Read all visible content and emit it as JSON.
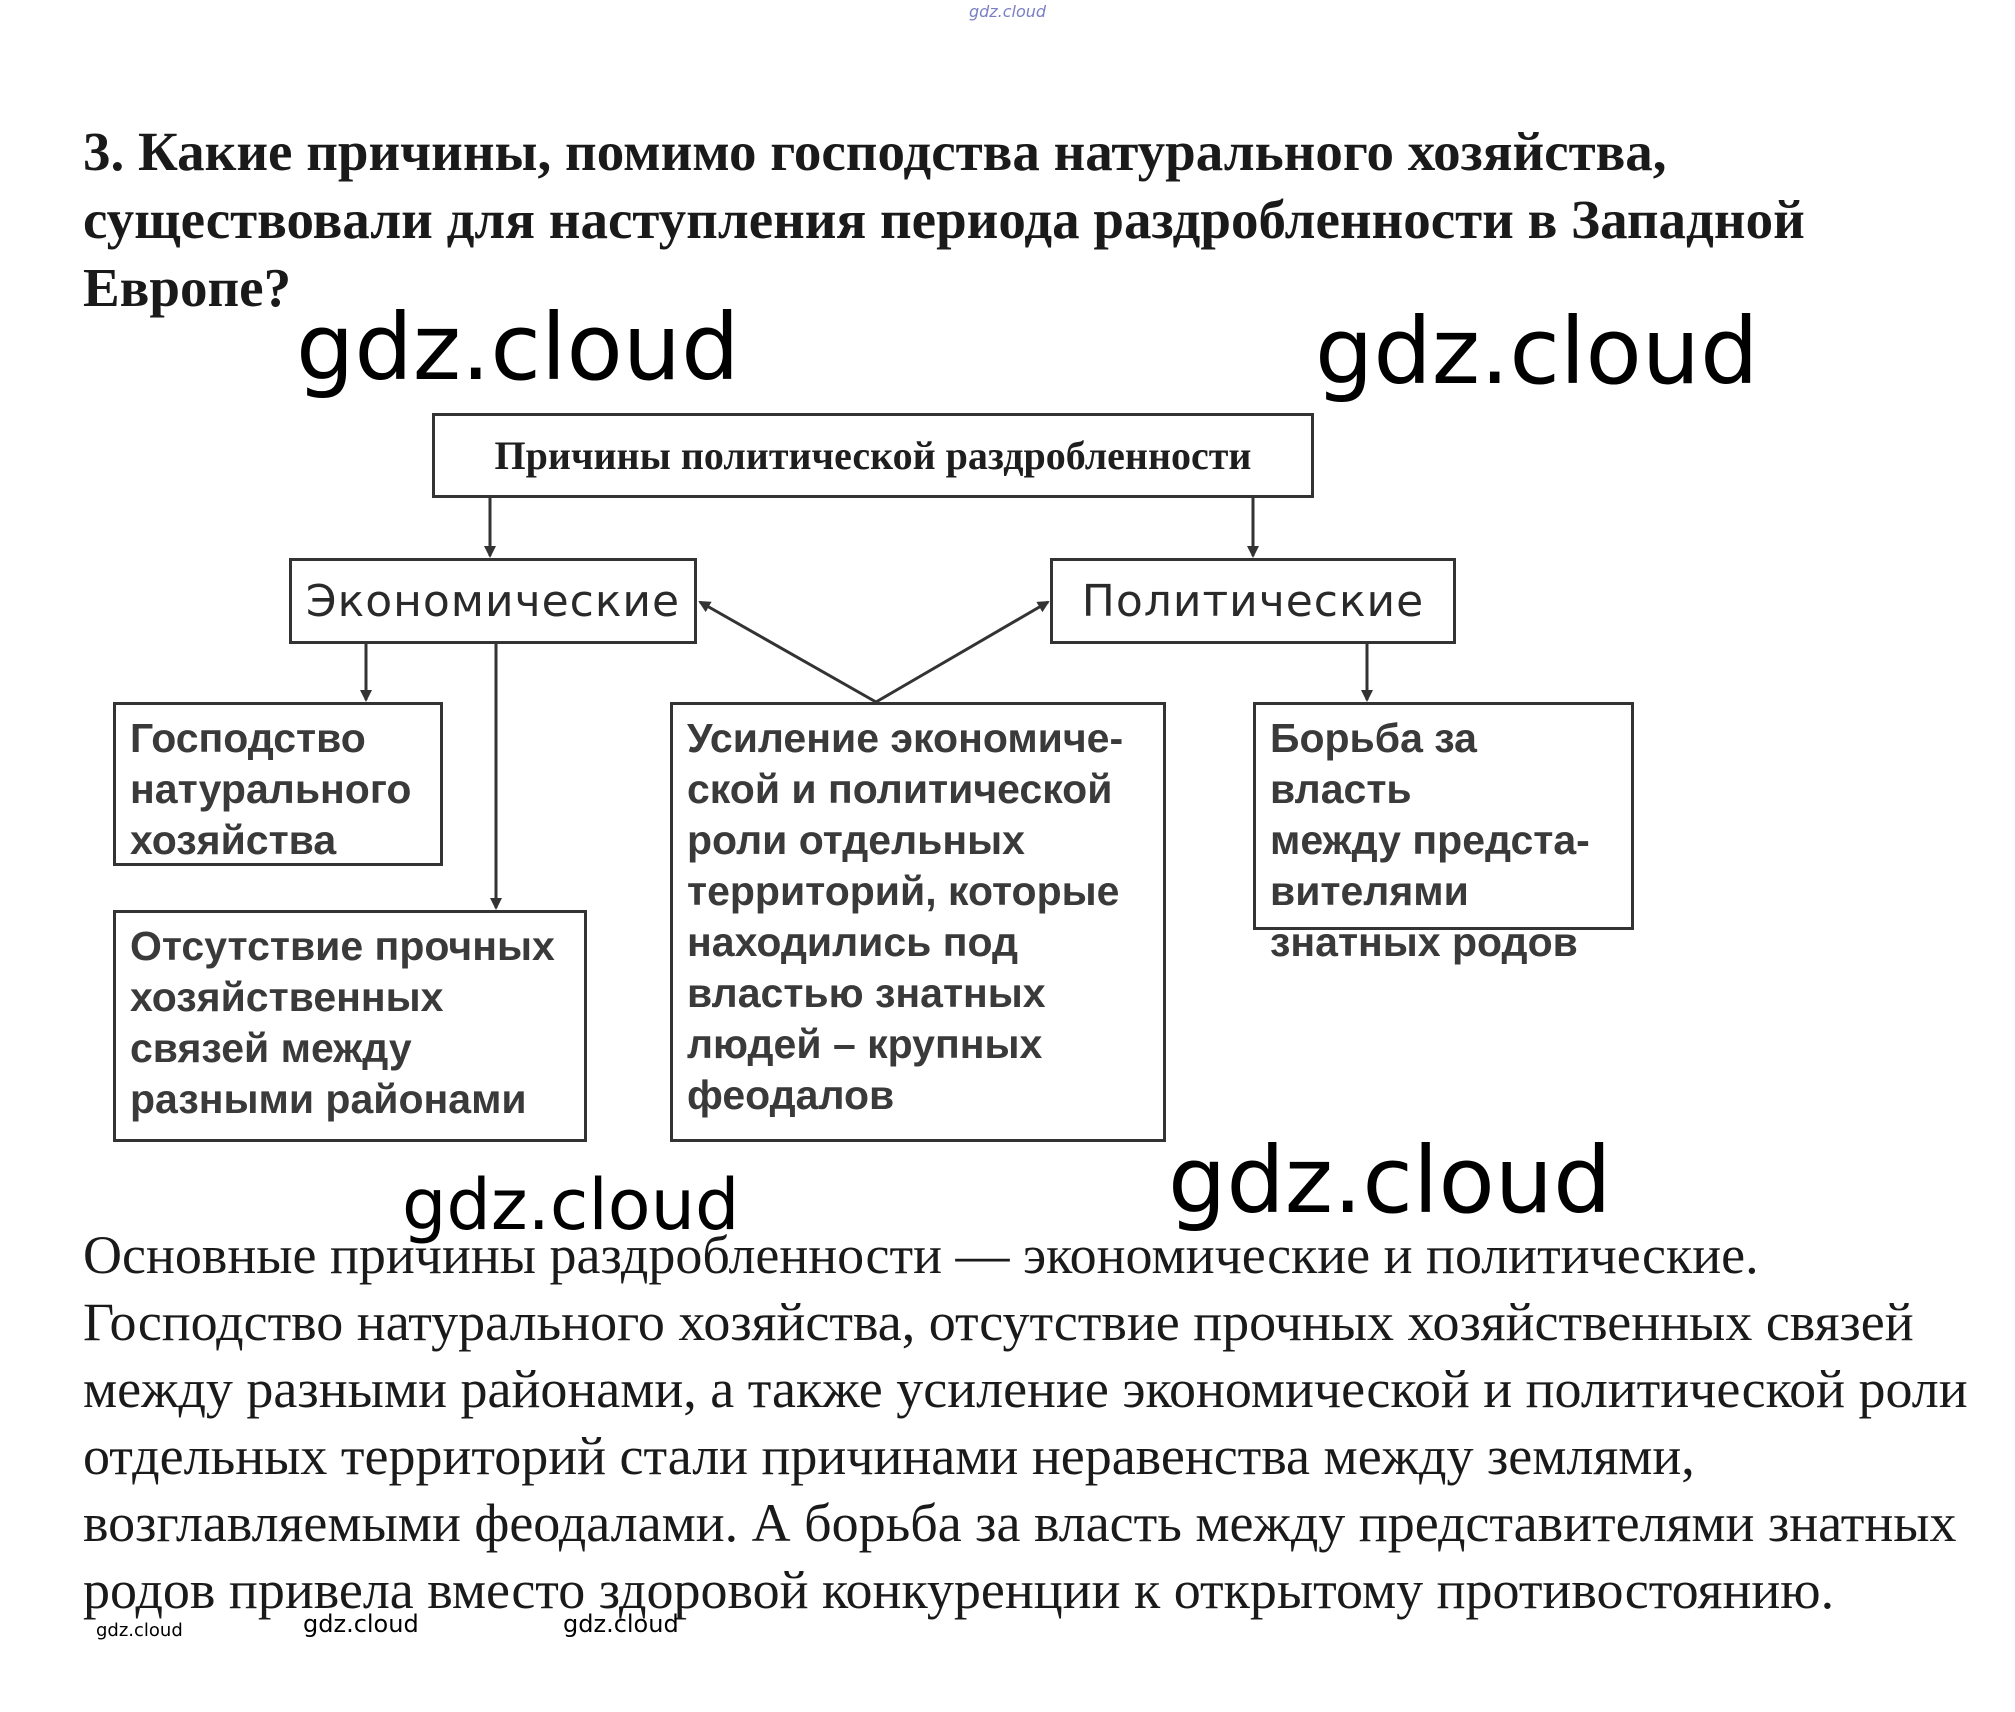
{
  "watermark": {
    "top": "gdz.cloud",
    "big_left": "gdz.cloud",
    "big_right": "gdz.cloud",
    "mid_left": "gdz.cloud",
    "mid_right": "gdz.cloud",
    "small_1": "gdz.cloud",
    "small_2": "gdz.cloud",
    "tiny": "gdz.cloud"
  },
  "question": "3. Какие причины, помимо господства натурального хозяйства, существовали для наступления периода раздробленности в Западной Европе?",
  "diagram": {
    "root": "Причины политической раздробленности",
    "economic": "Экономические",
    "political": "Политические",
    "leaf_natural": "Господство\nнатурального\nхозяйства",
    "leaf_ties": "Отсутствие прочных\nхозяйственных\nсвязей между\nразными районами",
    "leaf_territories": "Усиление экономиче-\nской и политической\nроли отдельных\nтерриторий, которые\nнаходились под\nвластью знатных\nлюдей – крупных\nфеодалов",
    "leaf_struggle": "Борьба за власть\nмежду предста-\nвителями\nзнатных родов"
  },
  "answer": "Основные причины раздробленности — экономические и политические. Господство натурального хозяйства, отсутствие прочных хозяйственных связей между разными районами, а также усиление экономической и политической роли отдельных территорий стали причинами неравенства между землями, возглавляемыми феодалами. А борьба за власть между представителями знатных родов привела вместо здоровой конкуренции к открытому противостоянию."
}
